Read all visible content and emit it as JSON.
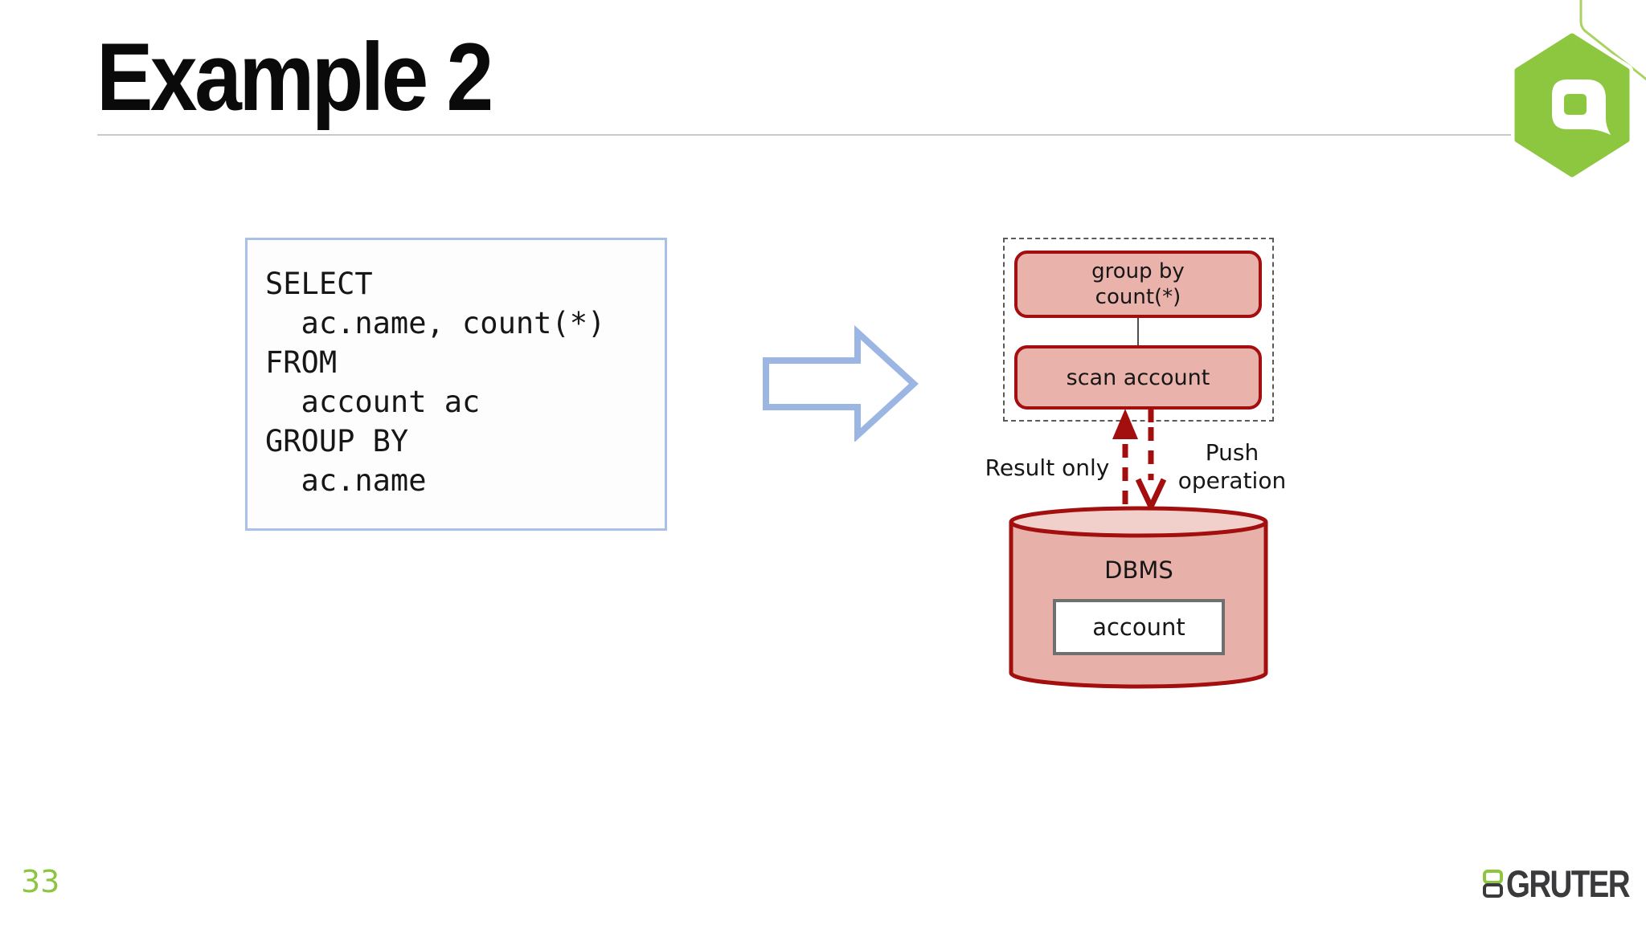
{
  "slide": {
    "title": "Example 2",
    "page_number": "33"
  },
  "sql_box": {
    "code": "SELECT\n  ac.name, count(*)\nFROM\n  account ac\nGROUP BY\n  ac.name"
  },
  "diagram": {
    "plan_box": {
      "operator_top": [
        "group by",
        "count(*)"
      ],
      "operator_bottom": "scan account"
    },
    "labels": {
      "result_only": "Result only",
      "push_operation": [
        "Push",
        "operation"
      ]
    },
    "database": {
      "name": "DBMS",
      "table": "account"
    }
  },
  "branding": {
    "company": "GRUTER"
  },
  "colors": {
    "accent_green": "#8dc63f",
    "plan_fill": "#e9b2ab",
    "plan_border": "#a30e0e",
    "cylinder_fill": "#e7b1aa",
    "cylinder_top_fill": "#f1cfcb",
    "arrow_blue": "#9cb6e3",
    "sql_box_border": "#a7c1e7",
    "dashed_border": "#5a5a5a",
    "footer_text": "#3a3a3c",
    "underline": "#c9c9c9"
  }
}
